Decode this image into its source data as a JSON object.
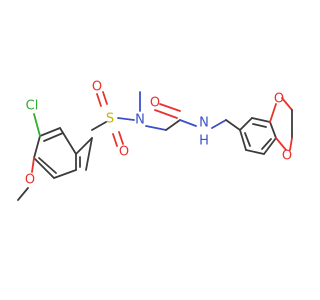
{
  "molecule": {
    "atom_labels": {
      "sulfur": "S",
      "sulfonyl_oxygen_top": "O",
      "sulfonyl_oxygen_bottom": "O",
      "sulfonamide_nitrogen": "N",
      "carbonyl_oxygen": "O",
      "amide_nitrogen": "N",
      "amide_hydrogen": "H",
      "chlorine": "Cl",
      "methoxy_oxygen": "O",
      "dioxole_oxygen_top": "O",
      "dioxole_oxygen_bottom": "O"
    },
    "colors": {
      "bond": "#3c3c3c",
      "oxygen": "#e8322d",
      "nitrogen": "#3b50c8",
      "sulfur": "#c8b400",
      "chlorine": "#2fae2f"
    }
  }
}
